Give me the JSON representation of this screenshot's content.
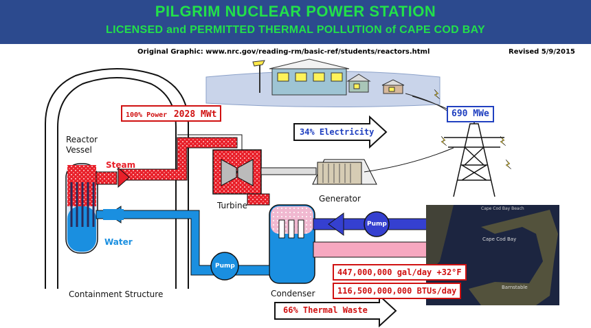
{
  "header": {
    "title": "PILGRIM NUCLEAR POWER STATION",
    "subtitle": "LICENSED and PERMITTED THERMAL POLLUTION of CAPE COD BAY"
  },
  "source": "Original Graphic: www.nrc.gov/reading-rm/basic-ref/students/reactors.html",
  "revised": "Revised 5/9/2015",
  "labels": {
    "reactor_vessel_1": "Reactor",
    "reactor_vessel_2": "Vessel",
    "steam": "Steam",
    "water": "Water",
    "turbine": "Turbine",
    "generator": "Generator",
    "condenser": "Condenser",
    "containment": "Containment Structure",
    "pump_left": "Pump",
    "pump_right": "Pump"
  },
  "power_box": {
    "prefix": "100% Power",
    "value": "2028 MWt"
  },
  "electricity": "34% Electricity",
  "output": "690 MWe",
  "discharge": {
    "flow": "447,000,000 gal/day  +32°F",
    "heat": "116,500,000,000 BTUs/day"
  },
  "thermal_waste": "66% Thermal Waste",
  "map_labels": {
    "cape_cod_bay": "Cape Cod Bay",
    "barnstable": "Barnstable",
    "top": "Cape Cod Bay Beach"
  },
  "colors": {
    "header_bg": "#2c4a8e",
    "title_green": "#22e04a",
    "steam_red": "#e8202a",
    "water_blue": "#1a8fe0",
    "warm_pink": "#f7a8c0",
    "label_red": "#d01010",
    "label_blue": "#2040c0"
  }
}
